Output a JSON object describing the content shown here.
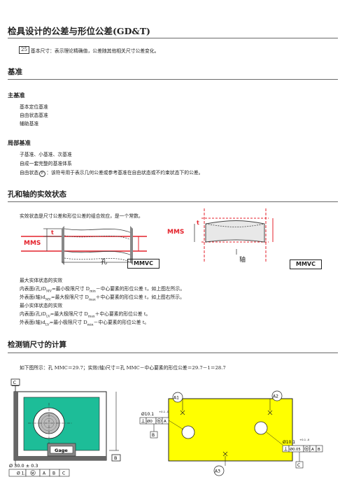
{
  "title": "检具设计的公差与形位公差(GD&T)",
  "basic_note": {
    "box": "25",
    "text": "基本尺寸：表示理论精确值，公差随其他相关尺寸公差变化。"
  },
  "datum": {
    "heading": "基准",
    "primary": {
      "heading": "主基准",
      "items": [
        "基本定位基准",
        "自由状态基准",
        "辅助基准"
      ]
    },
    "local": {
      "heading": "局部基准",
      "items": [
        "子基准、小基准、次基准",
        "自成一套完整的基准体系"
      ],
      "free_state": {
        "prefix": "自由状态",
        "symbol": "F",
        "text": "：该符号用于表示几何公差或参考基准在自由状态或不约束状态下的公差。"
      }
    }
  },
  "virtual": {
    "heading": "孔和轴的实效状态",
    "intro": "实效状态是尺寸公差和形位公差的组合效应，是一个常数。",
    "fig_left": {
      "mms": "MMS",
      "t": "t",
      "mmvc": "MMVC",
      "label": "孔"
    },
    "fig_right": {
      "mms": "MMS",
      "t": "t",
      "mmvc": "MMVC",
      "label": "轴"
    },
    "lines": [
      {
        "a": "最大实体状态的实效",
        "b": "",
        "c": "",
        "d": "",
        "e": "",
        "f": ""
      },
      {
        "a": "内表面(孔)D",
        "b": "MV",
        "c": "=最小极限尺寸 D",
        "d": "min",
        "e": "－中心要素的形位公差 t，如上图左所示。",
        "f": ""
      },
      {
        "a": "外表面(轴)d",
        "b": "MV",
        "c": "=最大极限尺寸 D",
        "d": "max",
        "e": "＋中心要素的形位公差 t，如上图右所示。",
        "f": ""
      },
      {
        "a": "最小实体状态的实效",
        "b": "",
        "c": "",
        "d": "",
        "e": "",
        "f": ""
      },
      {
        "a": "内表面(孔)D",
        "b": "LV",
        "c": "=最大极限尺寸 D",
        "d": "max",
        "e": "＋中心要素的形位公差 t。",
        "f": ""
      },
      {
        "a": "外表面(轴)d",
        "b": "LV",
        "c": "=最小极限尺寸 D",
        "d": "min",
        "e": "－中心要素的形位公差 t。",
        "f": ""
      }
    ]
  },
  "gauge": {
    "heading": "检测销尺寸的计算",
    "intro": "如下图所示：孔 MMC＝29.7；实效(轴)尺寸＝孔 MMC－中心要素的形位公差＝29.7－1＝28.7",
    "left_fig": {
      "datum_c": "C",
      "datum_b": "B",
      "gage": "Gage",
      "dim": "Ø 30.0 ± 0.3",
      "fcf": [
        "Ø 1.0",
        "M",
        "A",
        "B",
        "C"
      ]
    },
    "right_fig": {
      "a1": "A1",
      "a2": "A2",
      "a3": "A3",
      "hole1": {
        "dim": "Ø10.1",
        "tol": "+0.1 -0",
        "fcf": [
          "Ø0",
          "M",
          "A"
        ],
        "datum": "B"
      },
      "hole2": {
        "dim": "Ø10.1",
        "tol": "+0.1 -0",
        "fcf": [
          "Ø0.05",
          "M",
          "A",
          "B"
        ],
        "datum": "C"
      }
    },
    "colors": {
      "teal": "#1dbd98",
      "yellow": "#ffff00",
      "red": "#e4222b"
    }
  }
}
